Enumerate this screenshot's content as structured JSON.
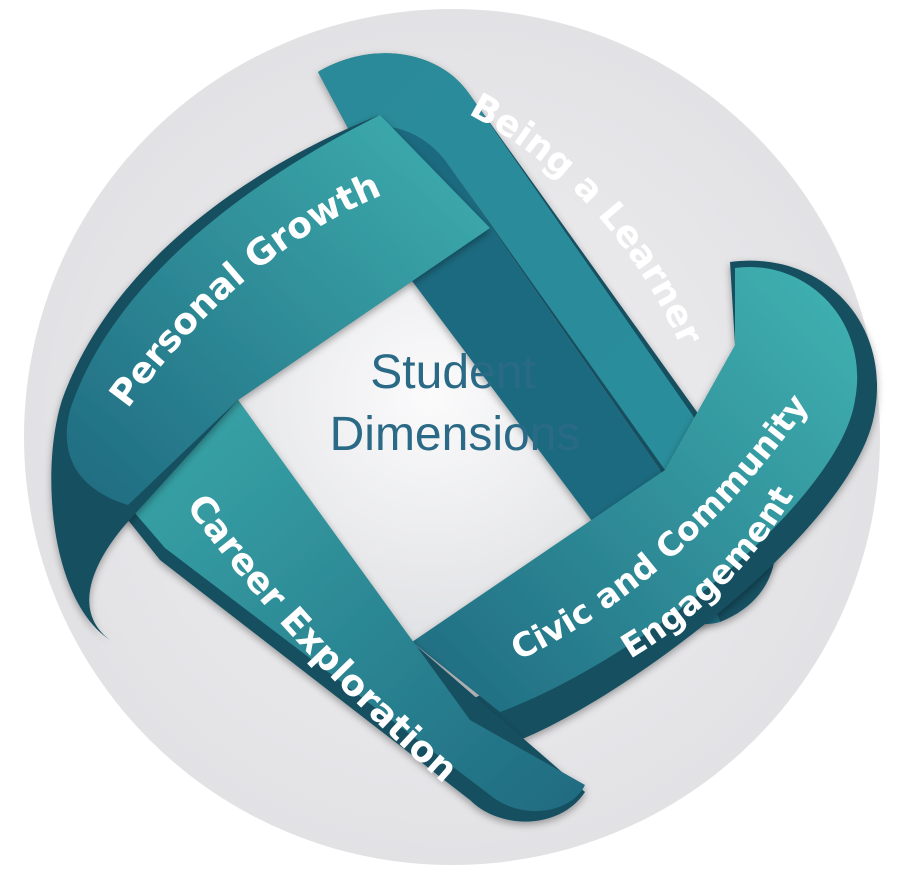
{
  "center": {
    "line1": "Student",
    "line2": "Dimensions"
  },
  "dimensions": {
    "personal_growth": "Personal Growth",
    "being_a_learner": "Being a Learner",
    "civic_line1": "Civic and Community",
    "civic_line2": "Engagement",
    "career_exploration": "Career Exploration"
  },
  "colors": {
    "background_disc": "#e8e8ea",
    "band_dark": "#1f6a80",
    "band_mid": "#2b8a99",
    "band_light": "#3fb0b0",
    "band_underside": "#174f61",
    "center_panel": "#f3f3f4",
    "center_text": "#2a6a86"
  }
}
